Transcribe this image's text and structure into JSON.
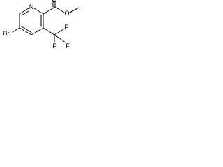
{
  "molecule": {
    "atoms": {
      "bromine": "Br",
      "ring_nitrogen": "N",
      "carbonyl_oxygen": "O",
      "ester_oxygen": "O",
      "fluorine_top": "F",
      "fluorine_left": "F",
      "fluorine_right": "F"
    }
  }
}
